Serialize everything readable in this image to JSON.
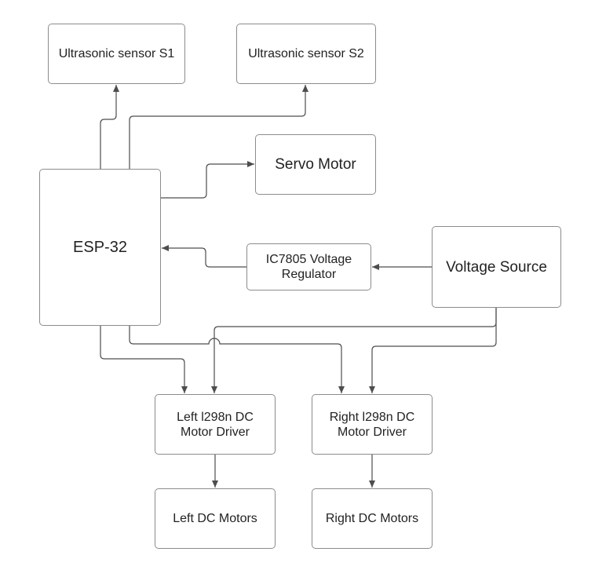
{
  "diagram": {
    "nodes": {
      "s1": "Ultrasonic sensor S1",
      "s2": "Ultrasonic sensor S2",
      "servo": "Servo Motor",
      "esp": "ESP-32",
      "regulator": "IC7805 Voltage\nRegulator",
      "voltage_source": "Voltage Source",
      "left_driver": "Left l298n DC\nMotor Driver",
      "right_driver": "Right l298n DC\nMotor Driver",
      "left_motors": "Left DC Motors",
      "right_motors": "Right DC Motors"
    },
    "edges": [
      {
        "from": "esp",
        "to": "s1"
      },
      {
        "from": "esp",
        "to": "s2"
      },
      {
        "from": "esp",
        "to": "servo"
      },
      {
        "from": "voltage_source",
        "to": "regulator"
      },
      {
        "from": "regulator",
        "to": "esp"
      },
      {
        "from": "voltage_source",
        "to": "left_driver"
      },
      {
        "from": "voltage_source",
        "to": "right_driver"
      },
      {
        "from": "esp",
        "to": "left_driver"
      },
      {
        "from": "esp",
        "to": "right_driver"
      },
      {
        "from": "left_driver",
        "to": "left_motors"
      },
      {
        "from": "right_driver",
        "to": "right_motors"
      }
    ],
    "colors": {
      "line": "#4d4d4d",
      "border": "#8c8c8c",
      "text": "#222222"
    }
  }
}
